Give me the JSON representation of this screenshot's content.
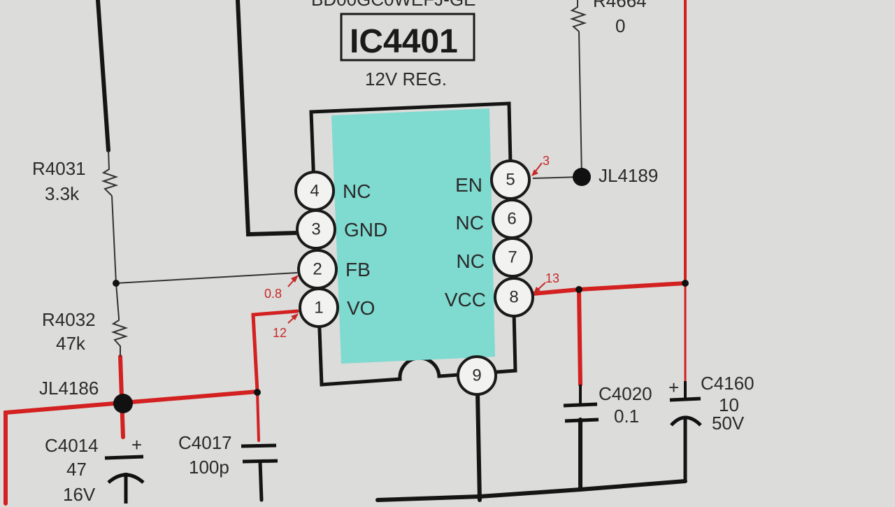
{
  "ic": {
    "ref": "IC4401",
    "part_top": "BD00GC0WEFJ-GE",
    "desc": "12V REG.",
    "body_color": "#7fdad0",
    "pins": [
      {
        "num": "4",
        "name": "NC"
      },
      {
        "num": "3",
        "name": "GND"
      },
      {
        "num": "2",
        "name": "FB"
      },
      {
        "num": "1",
        "name": "VO"
      },
      {
        "num": "5",
        "name": "EN"
      },
      {
        "num": "6",
        "name": "NC"
      },
      {
        "num": "7",
        "name": "NC"
      },
      {
        "num": "8",
        "name": "VCC"
      },
      {
        "num": "9",
        "name": ""
      }
    ]
  },
  "voltages": {
    "pin5": "3",
    "pin2": "0.8",
    "pin1": "12",
    "pin8": "13"
  },
  "components": {
    "r4031": {
      "ref": "R4031",
      "value": "3.3k"
    },
    "r4032": {
      "ref": "R4032",
      "value": "47k"
    },
    "r4664": {
      "ref": "R4664",
      "value": "0"
    },
    "jl4186": {
      "ref": "JL4186"
    },
    "jl4189": {
      "ref": "JL4189"
    },
    "c4014": {
      "ref": "C4014",
      "value": "47",
      "rating": "16V"
    },
    "c4017": {
      "ref": "C4017",
      "value": "100p"
    },
    "c4020": {
      "ref": "C4020",
      "value": "0.1"
    },
    "c4160": {
      "ref": "C4160",
      "value": "10",
      "rating": "50V"
    }
  },
  "colors": {
    "power_trace": "#d32020",
    "wire": "#151515",
    "background": "#dcdcda"
  }
}
